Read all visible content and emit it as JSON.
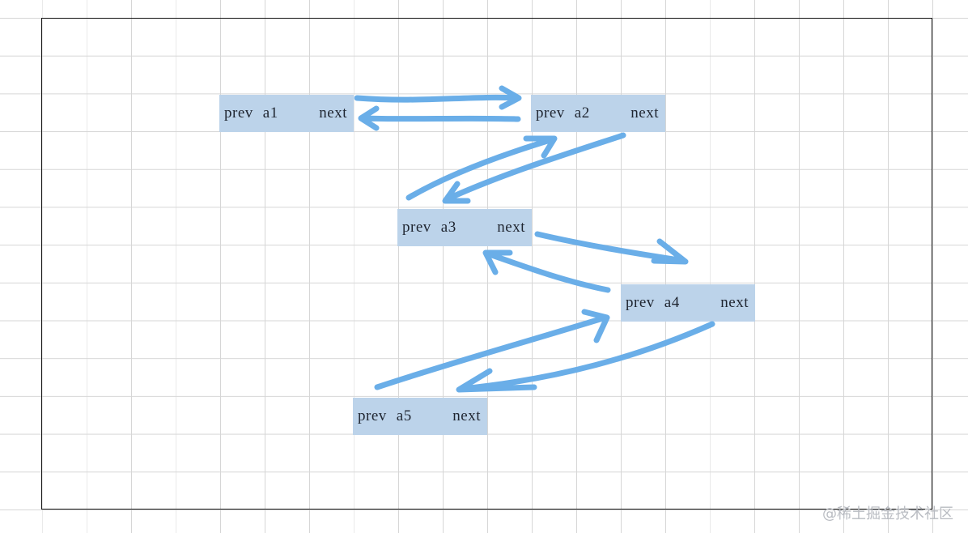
{
  "diagram": {
    "grid_color": "#d6d6d6",
    "node_color": "#bcd3ea",
    "arrow_color": "#6aaee8",
    "nodes": [
      {
        "prev": "prev",
        "val": "a1",
        "next": "next"
      },
      {
        "prev": "prev",
        "val": "a2",
        "next": "next"
      },
      {
        "prev": "prev",
        "val": "a3",
        "next": "next"
      },
      {
        "prev": "prev",
        "val": "a4",
        "next": "next"
      },
      {
        "prev": "prev",
        "val": "a5",
        "next": "next"
      }
    ]
  },
  "watermark": "@稀土掘金技术社区"
}
